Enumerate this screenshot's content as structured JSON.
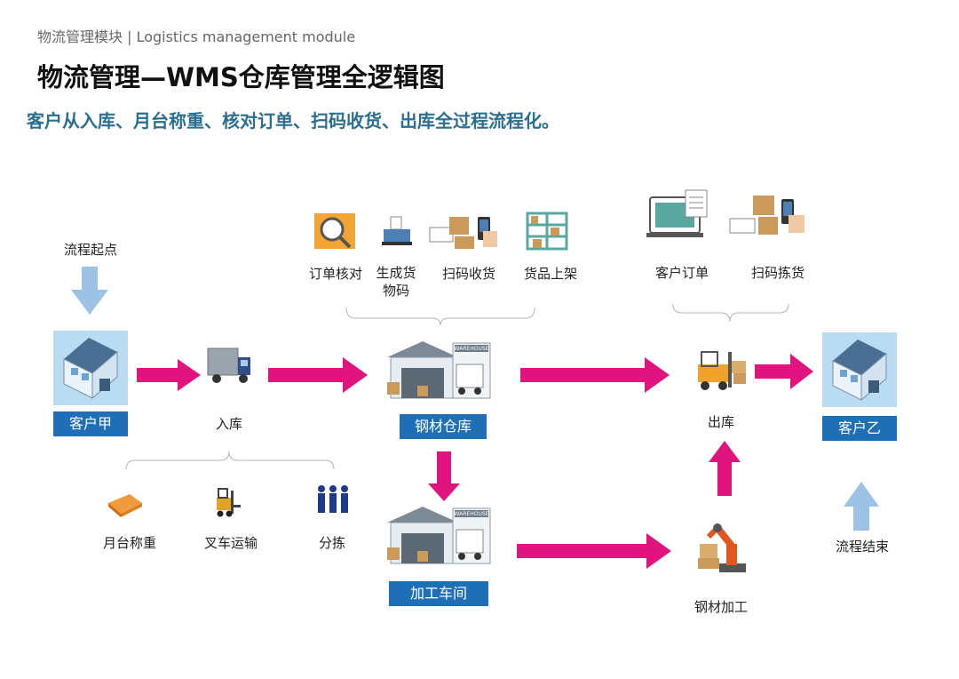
{
  "header": {
    "module": "物流管理模块 | Logistics management module",
    "title": "物流管理—WMS仓库管理全逻辑图",
    "subtitle": "客户从入库、月台称重、核对订单、扫码收货、出库全过程流程化。"
  },
  "nodes": {
    "start_label": "流程起点",
    "end_label": "流程结束",
    "customer_a": "客户甲",
    "customer_b": "客户乙",
    "inbound": "入库",
    "warehouse": "钢材仓库",
    "workshop": "加工车间",
    "outbound": "出库",
    "processing": "钢材加工"
  },
  "inbound_steps": [
    "月台称重",
    "叉车运输",
    "分拣"
  ],
  "warehouse_steps": [
    "订单核对",
    "生成货\n物码",
    "扫码收货",
    "货品上架"
  ],
  "outbound_steps": [
    "客户订单",
    "扫码拣货"
  ],
  "warehouse_sign": "WAREHOUSE",
  "colors": {
    "arrow": "#e0137f",
    "badge": "#1f6fb6",
    "flow_arrow": "#9cc3e6",
    "subtitle": "#2a6f8f"
  }
}
